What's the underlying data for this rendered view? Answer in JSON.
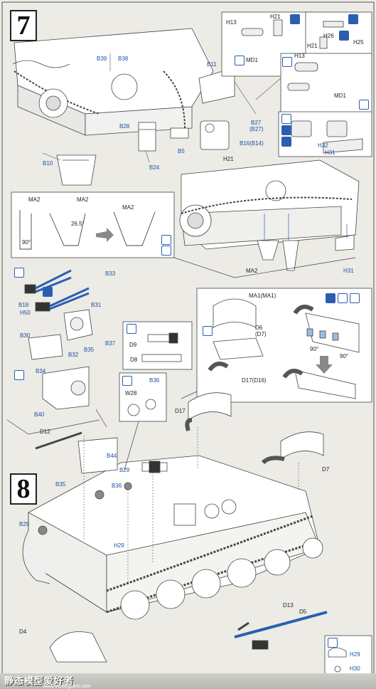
{
  "steps": {
    "step7": "7",
    "step8": "8"
  },
  "parts": {
    "h13": "H13",
    "h21": "H21",
    "md1": "MD1",
    "h26": "H26",
    "h25": "H25",
    "h21b": "H21",
    "h13b": "H13",
    "md1b": "MD1",
    "b39": "B39",
    "b38": "B38",
    "b11": "B11",
    "b27": "B27",
    "b27b": "(B27)",
    "b16": "B16(B14)",
    "b28": "B28",
    "b5": "B5",
    "h21c": "H21",
    "b10": "B10",
    "b24": "B24",
    "h32": "H32",
    "h31": "H31",
    "ma2a": "MA2",
    "ma2b": "MA2",
    "ma2c": "MA2",
    "ang265": "26.5°",
    "ang90": "90°",
    "ma2d": "MA2",
    "h31b": "H31",
    "b33": "B33",
    "b18": "B18",
    "h50": "H50",
    "b31": "B31",
    "b30": "B30",
    "b32": "B32",
    "b35": "B35",
    "b37": "B37",
    "b34": "B34",
    "b40": "B40",
    "d9": "D9",
    "d8": "D8",
    "w28": "W28",
    "b36": "B36",
    "ma1": "MA1(MA1)",
    "d6": "D6",
    "d7b": "(D7)",
    "d17d16": "D17(D16)",
    "ang90b": "90°",
    "ang90c": "90°",
    "d12": "D12",
    "b44": "B44",
    "b29": "B29",
    "b35b": "B35",
    "b36b": "B36",
    "b29b": "B29",
    "d17": "D17",
    "d7": "D7",
    "h29": "H29",
    "d4": "D4",
    "d13": "D13",
    "d5": "D5",
    "h29b": "H29",
    "h30": "H30"
  },
  "watermark": {
    "text": "静态模型爱好者",
    "url": "www.moxingfans.com"
  }
}
